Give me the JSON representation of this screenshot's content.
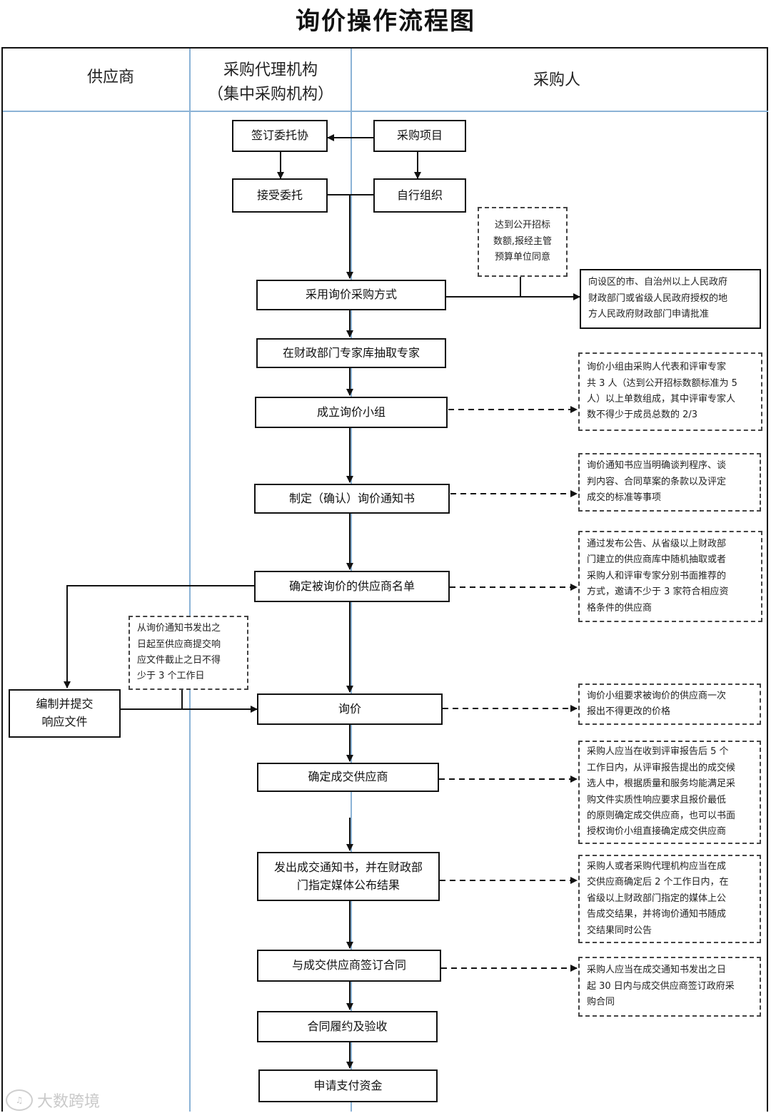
{
  "title": "询价操作流程图",
  "lanes": {
    "supplier": "供应商",
    "agency_line1": "采购代理机构",
    "agency_line2": "（集中采购机构）",
    "purchaser": "采购人"
  },
  "boxes": {
    "sign_agreement": "签订委托协",
    "purchase_project": "采购项目",
    "accept_commission": "接受委托",
    "self_organize": "自行组织",
    "adopt_method": "采用询价采购方式",
    "draw_experts": "在财政部门专家库抽取专家",
    "form_group": "成立询价小组",
    "make_notice": "制定（确认）询价通知书",
    "supplier_list": "确定被询价的供应商名单",
    "prepare_response_1": "编制并提交",
    "prepare_response_2": "响应文件",
    "inquiry": "询价",
    "determine_winner": "确定成交供应商",
    "publish_1": "发出成交通知书，并在财政部",
    "publish_2": "门指定媒体公布结果",
    "sign_contract": "与成交供应商签订合同",
    "perform_contract": "合同履约及验收",
    "apply_payment": "申请支付资金"
  },
  "notes": {
    "threshold": [
      "达到公开招标",
      "数额,报经主管",
      "预算单位同意"
    ],
    "approval": [
      "向设区的市、自治州以上人民政府",
      "财政部门或省级人民政府授权的地",
      "方人民政府财政部门申请批准"
    ],
    "group_rule": [
      "询价小组由采购人代表和评审专家",
      "共 3 人（达到公开招标数额标准为 5",
      "人）以上单数组成，其中评审专家人",
      "数不得少于成员总数的 2/3"
    ],
    "notice_rule": [
      "询价通知书应当明确谈判程序、谈",
      "判内容、合同草案的条款以及评定",
      "成交的标准等事项"
    ],
    "list_rule": [
      "通过发布公告、从省级以上财政部",
      "门建立的供应商库中随机抽取或者",
      "采购人和评审专家分别书面推荐的",
      "方式，邀请不少于 3 家符合相应资",
      "格条件的供应商"
    ],
    "deadline_rule": [
      "从询价通知书发出之",
      "日起至供应商提交响",
      "应文件截止之日不得",
      "少于 3 个工作日"
    ],
    "inquiry_rule": [
      "询价小组要求被询价的供应商一次",
      "报出不得更改的价格"
    ],
    "winner_rule": [
      "采购人应当在收到评审报告后 5 个",
      "工作日内，从评审报告提出的成交候",
      "选人中，根据质量和服务均能满足采",
      "购文件实质性响应要求且报价最低",
      "的原则确定成交供应商，也可以书面",
      "授权询价小组直接确定成交供应商"
    ],
    "publish_rule": [
      "采购人或者采购代理机构应当在成",
      "交供应商确定后 2 个工作日内，在",
      "省级以上财政部门指定的媒体上公",
      "告成交结果，并将询价通知书随成",
      "交结果同时公告"
    ],
    "contract_rule": [
      "采购人应当在成交通知书发出之日",
      "起 30 日内与成交供应商签订政府采",
      "购合同"
    ]
  },
  "watermark": "大数跨境"
}
